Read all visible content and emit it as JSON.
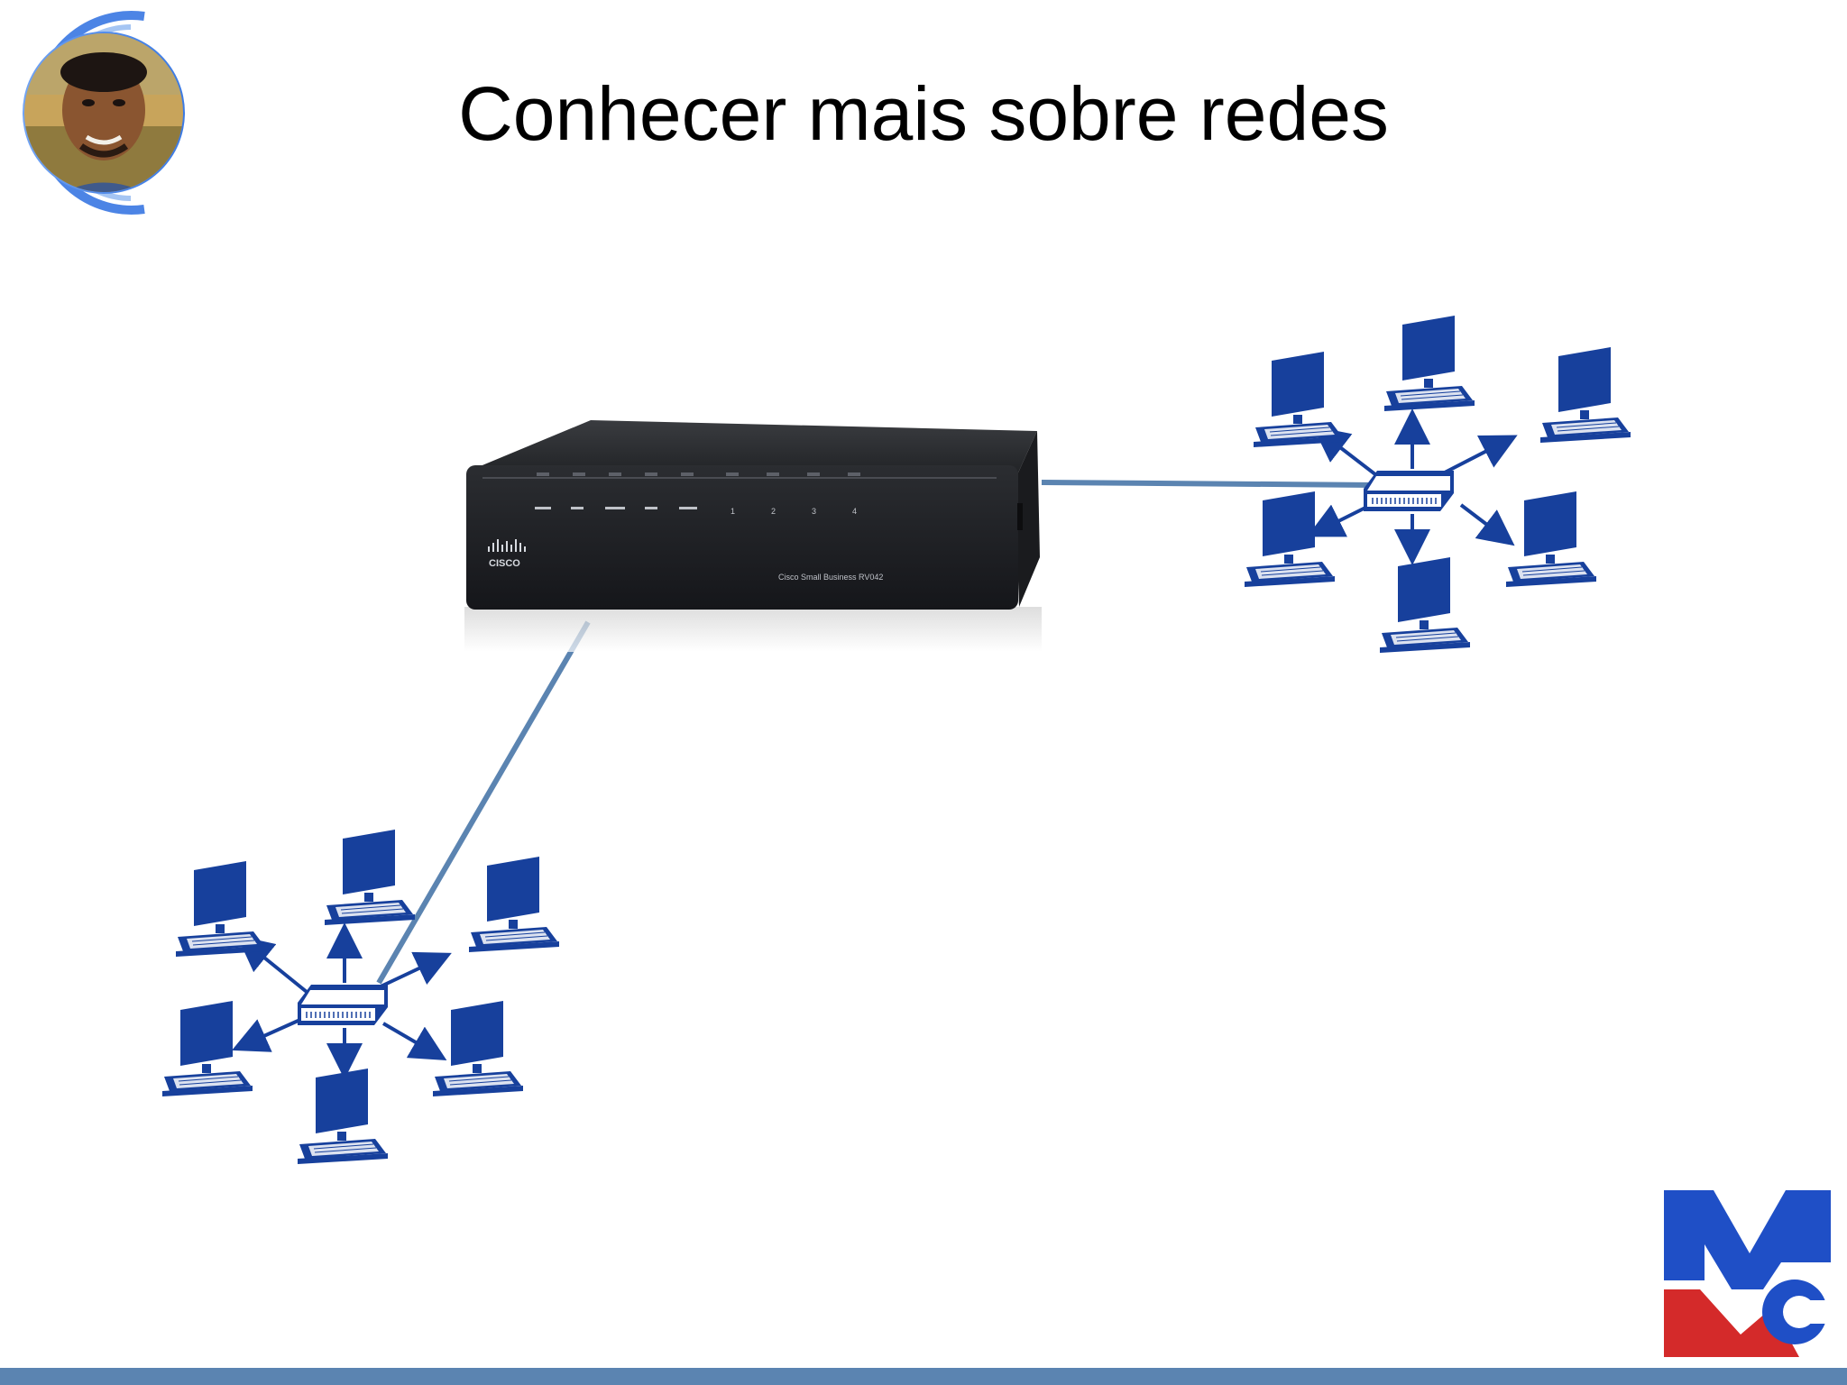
{
  "slide": {
    "title": "Conhecer mais sobre redes"
  },
  "router": {
    "brand": "CISCO",
    "model_text": "Cisco Small Business RV042",
    "ports": [
      "1",
      "2",
      "3",
      "4"
    ]
  },
  "logo": {
    "text": "MC"
  },
  "colors": {
    "network_blue": "#17409c",
    "link_blue": "#5b84b1",
    "router_body": "#2a2c30",
    "logo_blue": "#1f4fc6",
    "logo_red": "#d42a2a",
    "footer_bar": "#5b84b1"
  }
}
